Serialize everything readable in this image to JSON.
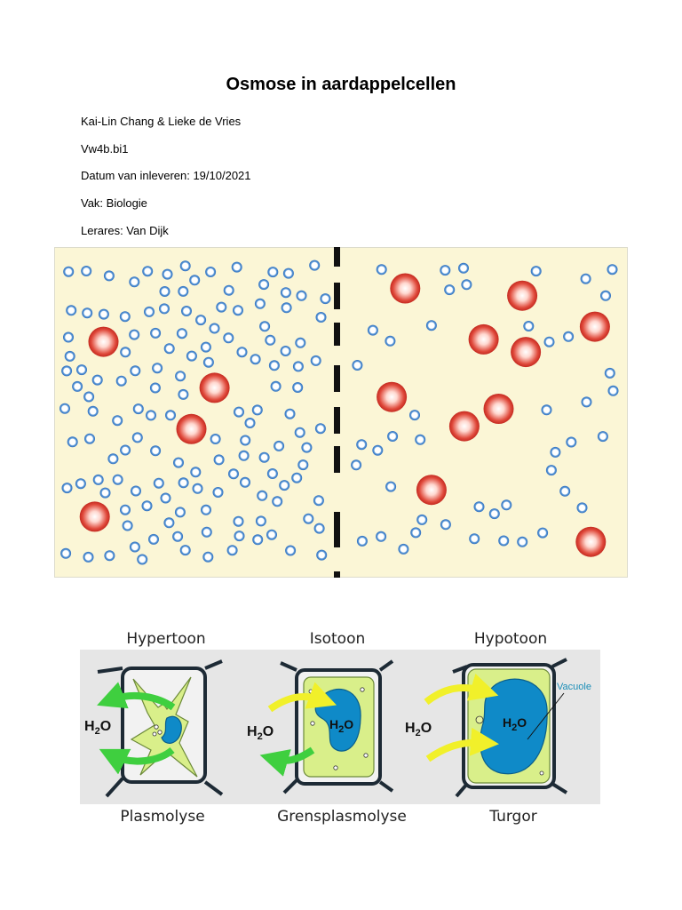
{
  "document": {
    "title": "Osmose in aardappelcellen",
    "authors": "Kai-Lin Chang & Lieke de Vries",
    "class": "Vw4b.bi1",
    "due_date": "Datum van inleveren: 19/10/2021",
    "subject": "Vak: Biologie",
    "teacher": "Lerares: Van Dijk"
  },
  "osmosis_figure": {
    "background_color": "#fbf6d6",
    "small_molecule_color": "#4a8fd0",
    "large_molecule_color": "#d9342b",
    "left_side": {
      "small_molecules": 140,
      "large_molecules": 4
    },
    "right_side": {
      "small_molecules": 46,
      "large_molecules": 10
    }
  },
  "cells_figure": {
    "panels": [
      {
        "condition": "Hypertoon",
        "result": "Plasmolyse",
        "water_label": "H2O"
      },
      {
        "condition": "Isotoon",
        "result": "Grensplasmolyse",
        "water_label": "H2O",
        "inner_label": "H2O"
      },
      {
        "condition": "Hypotoon",
        "result": "Turgor",
        "water_label": "H2O",
        "inner_label": "H2O",
        "callout": "Vacuole"
      }
    ],
    "colors": {
      "panel_bg": "#e6e6e6",
      "cytoplasm": "#d9ef8a",
      "vacuole": "#0f8ac8",
      "arrow_out": "#3fcf3f",
      "arrow_in": "#f1f02a"
    }
  }
}
